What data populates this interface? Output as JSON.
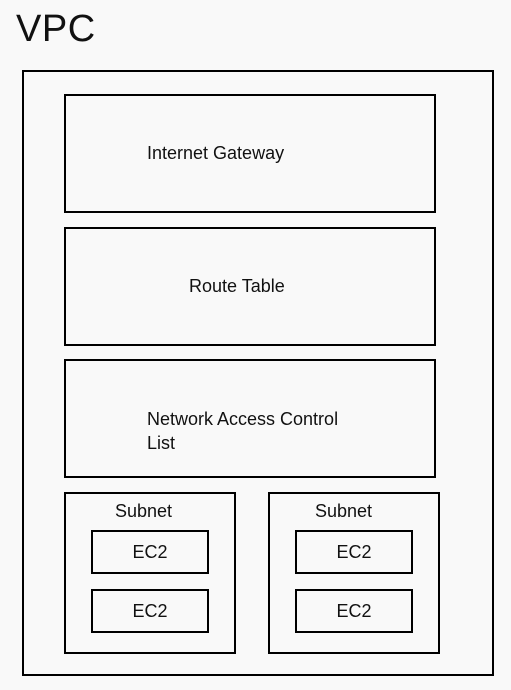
{
  "diagram": {
    "title": "VPC",
    "internet_gateway": "Internet Gateway",
    "route_table": "Route Table",
    "nacl": "Network Access Control\nList",
    "subnets": [
      {
        "label": "Subnet",
        "instances": [
          "EC2",
          "EC2"
        ]
      },
      {
        "label": "Subnet",
        "instances": [
          "EC2",
          "EC2"
        ]
      }
    ]
  }
}
